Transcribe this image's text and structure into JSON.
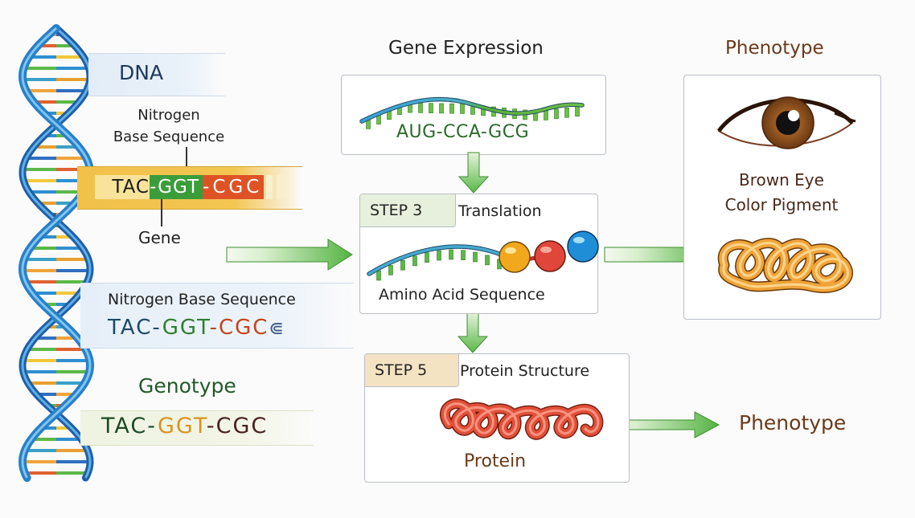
{
  "left_panel": {
    "dna_title": "DNA",
    "nitrogen_label_line1": "Nitrogen",
    "nitrogen_label_line2": "Base Sequence",
    "gene_sequence": [
      "TAC",
      "GGT",
      "CGC"
    ],
    "gene_label": "Gene",
    "nitrogen_base_sequence_title": "Nitrogen Base Sequence",
    "nitrogen_base_sequence": {
      "part1": "TAC",
      "dash1": "-",
      "part2": "GGT",
      "dash2": "-",
      "part3": "CGC",
      "trail": "⋐"
    },
    "genotype_title": "Genotype",
    "genotype_sequence": {
      "part1": "TAC",
      "dash1": "-",
      "part2": "GGT",
      "dash2": "-",
      "part3": "CGC"
    }
  },
  "gene_expression": {
    "title": "Gene Expression",
    "mrna_sequence": "AUG-CCA-GCG"
  },
  "translation": {
    "step_label": "STEP 3",
    "title": "Translation",
    "caption": "Amino Acid Sequence"
  },
  "protein_structure": {
    "step_label": "STEP 5",
    "title": "Protein Structure",
    "caption": "Protein"
  },
  "phenotype": {
    "title": "Phenotype",
    "caption_line1": "Brown Eye",
    "caption_line2": "Color Pigment",
    "final_label": "Phenotype"
  },
  "colors": {
    "arrow_green": "#4caf3a",
    "seq_green": "#3a9d3a",
    "seq_red": "#de5326",
    "seq_yellow": "#f8e39a",
    "brown_text": "#6b3a1a",
    "dna_blue": "#1f6fb5"
  }
}
